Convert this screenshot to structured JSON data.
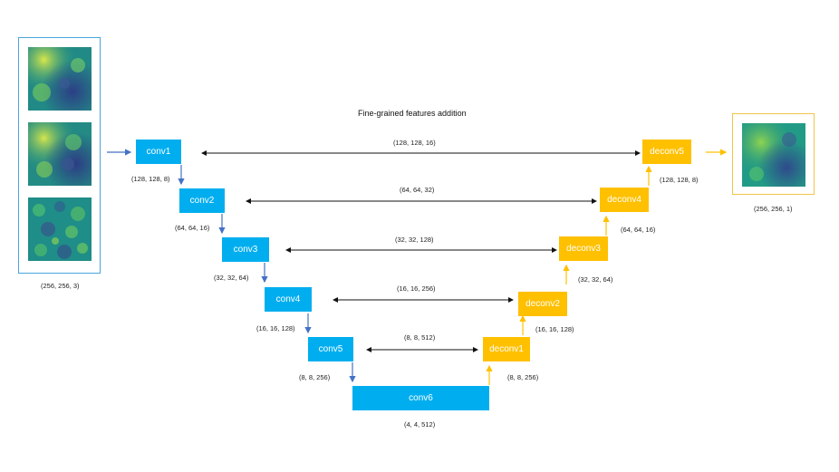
{
  "title": "Fine-grained features addition",
  "input": {
    "shape": "(256, 256, 3)"
  },
  "output": {
    "shape": "(256, 256, 1)"
  },
  "encoder": [
    {
      "name": "conv1",
      "shape": "(128, 128, 8)"
    },
    {
      "name": "conv2",
      "shape": "(64, 64, 16)"
    },
    {
      "name": "conv3",
      "shape": "(32, 32, 64)"
    },
    {
      "name": "conv4",
      "shape": "(16, 16, 128)"
    },
    {
      "name": "conv5",
      "shape": "(8, 8, 256)"
    }
  ],
  "bottleneck": {
    "name": "conv6",
    "shape": "(4, 4, 512)"
  },
  "decoder": [
    {
      "name": "deconv1",
      "shape": "(8, 8, 256)"
    },
    {
      "name": "deconv2",
      "shape": "(16, 16, 128)"
    },
    {
      "name": "deconv3",
      "shape": "(32, 32, 64)"
    },
    {
      "name": "deconv4",
      "shape": "(64, 64, 16)"
    },
    {
      "name": "deconv5",
      "shape": "(128, 128, 8)"
    }
  ],
  "skips": [
    {
      "shape": "(128, 128, 16)"
    },
    {
      "shape": "(64, 64, 32)"
    },
    {
      "shape": "(32, 32, 128)"
    },
    {
      "shape": "(16, 16, 256)"
    },
    {
      "shape": "(8, 8, 512)"
    }
  ],
  "colors": {
    "encoder": "#00aeef",
    "decoder": "#ffc000",
    "enc_arrow": "#4472c4",
    "dec_arrow": "#ffc000",
    "skip": "#111111"
  }
}
